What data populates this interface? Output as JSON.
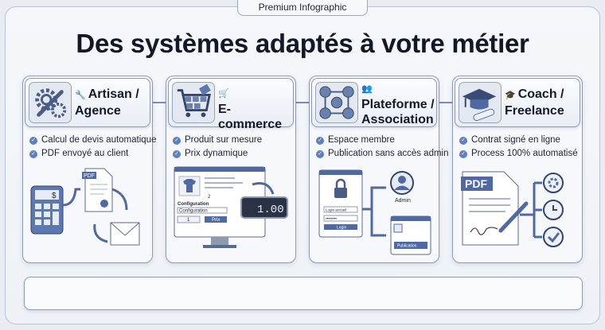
{
  "badge": "Premium Infographic",
  "title": "Des systèmes adaptés à votre métier",
  "cards": [
    {
      "title": "Artisan / Agence",
      "icon": "wrench-gear-icon",
      "title_icon": "🔧",
      "bullets": [
        "Calcul de devis automatique",
        "PDF envoyé au client"
      ],
      "illus": {
        "pdf": "PDF",
        "currency": "$"
      }
    },
    {
      "title": "E-commerce",
      "icon": "shopping-cart-icon",
      "title_icon": "🛒",
      "bullets": [
        "Produit sur mesure",
        "Prix dynamique"
      ],
      "illus": {
        "config_label": "Configuration",
        "config_select": "Configuration",
        "qty_top": "2",
        "qty": "1",
        "button": "Prix",
        "price": "1.00"
      }
    },
    {
      "title": "Plateforme / Association",
      "icon": "members-network-icon",
      "title_icon": "👥",
      "bullets": [
        "Espace membre",
        "Publication sans accès admin"
      ],
      "illus": {
        "login_placeholder": "Login accueil",
        "password": "••••••••",
        "login_button": "Login",
        "admin": "Admin",
        "publish_button": "Publication"
      }
    },
    {
      "title": "Coach / Freelance",
      "icon": "graduation-cap-icon",
      "title_icon": "🎓",
      "bullets": [
        "Contrat signé en ligne",
        "Process 100% automatisé"
      ],
      "illus": {
        "pdf": "PDF"
      }
    }
  ],
  "colors": {
    "accent": "#4f6aa3",
    "dark": "#121826",
    "border": "#8d9ab2"
  }
}
